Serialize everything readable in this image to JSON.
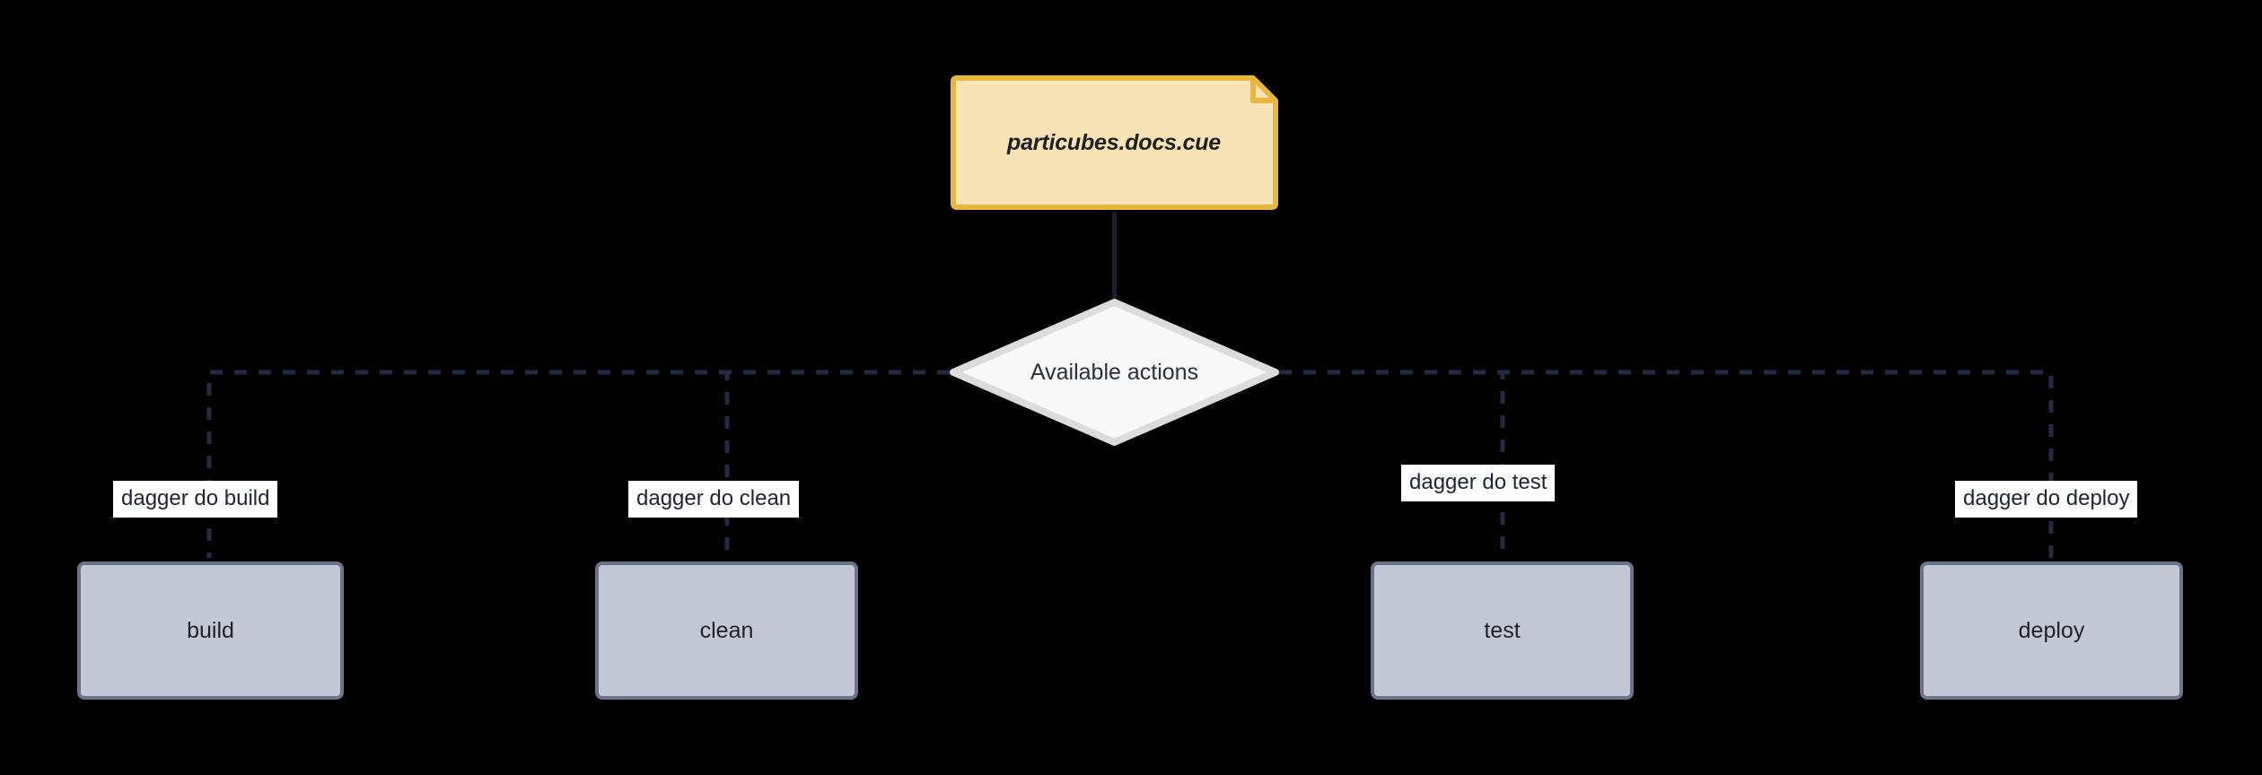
{
  "diagram": {
    "type": "flowchart",
    "background_color": "#000000",
    "note": {
      "text": "particubes.docs.cue",
      "fill_color": "#f7e3b5",
      "border_color": "#e8b73e",
      "icon": "note-folded-corner-icon"
    },
    "decision": {
      "text": "Available actions",
      "fill_color": "#f8f8f8",
      "border_color": "#dcdcdc"
    },
    "actions": [
      {
        "id": "build",
        "label": "build",
        "edge_label": "dagger do build"
      },
      {
        "id": "clean",
        "label": "clean",
        "edge_label": "dagger do clean"
      },
      {
        "id": "test",
        "label": "test",
        "edge_label": "dagger do test"
      },
      {
        "id": "deploy",
        "label": "deploy",
        "edge_label": "dagger do deploy"
      }
    ],
    "node_style": {
      "fill_color": "#c3c8d4",
      "border_color": "#6d7489"
    },
    "edge_style": {
      "solid_color": "#191d2b",
      "dashed_color": "#232a42",
      "label_background": "#ffffff"
    }
  }
}
